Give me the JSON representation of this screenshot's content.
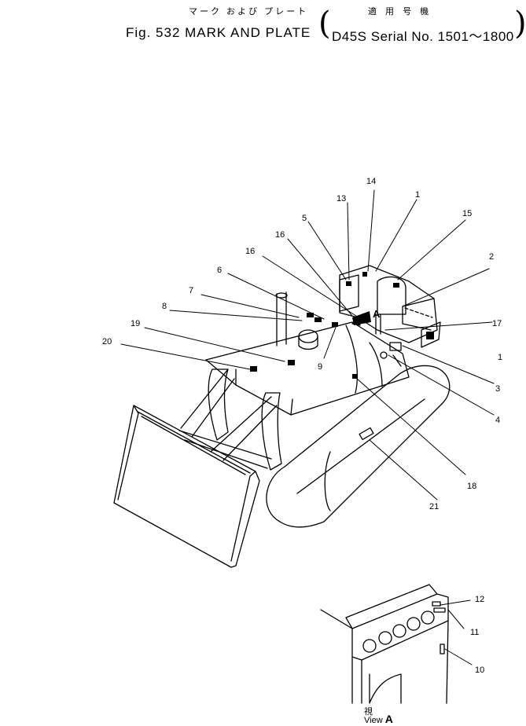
{
  "header": {
    "title_jp": "マーク および プレート",
    "figure": "Fig. 532  MARK AND PLATE",
    "serial_jp": "適 用 号 機",
    "serial": "D45S Serial No. 1501～1800",
    "paren_open": "(",
    "paren_close": ")"
  },
  "callouts": [
    "1",
    "2",
    "3",
    "4",
    "5",
    "6",
    "7",
    "8",
    "9",
    "10",
    "11",
    "12",
    "13",
    "14",
    "15",
    "16",
    "17",
    "18",
    "19",
    "20",
    "21"
  ],
  "view": {
    "label_jp": "視",
    "label_en": "View",
    "letter": "A"
  },
  "marker_letter": "A"
}
